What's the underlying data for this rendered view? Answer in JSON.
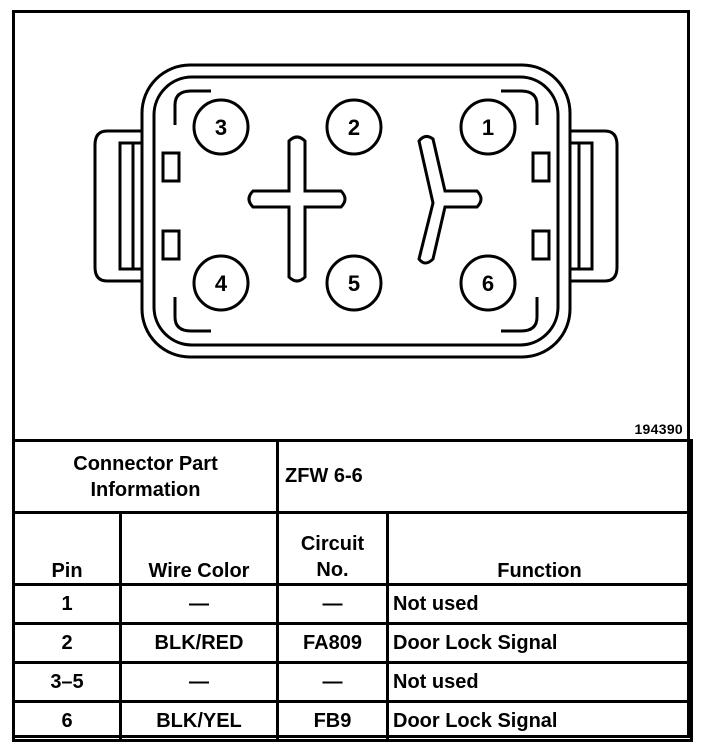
{
  "figure_id": "194390",
  "pins": [
    {
      "label": "3"
    },
    {
      "label": "2"
    },
    {
      "label": "1"
    },
    {
      "label": "4"
    },
    {
      "label": "5"
    },
    {
      "label": "6"
    }
  ],
  "connector_part": {
    "label_line1": "Connector Part",
    "label_line2": "Information",
    "value": "ZFW 6-6"
  },
  "columns": {
    "pin": "Pin",
    "wire_color": "Wire Color",
    "circuit_line1": "Circuit",
    "circuit_line2": "No.",
    "function": "Function"
  },
  "rows": [
    {
      "pin": "1",
      "wire_color": "—",
      "circuit": "—",
      "function": "Not used"
    },
    {
      "pin": "2",
      "wire_color": "BLK/RED",
      "circuit": "FA809",
      "function": "Door Lock Signal"
    },
    {
      "pin": "3–5",
      "wire_color": "—",
      "circuit": "—",
      "function": "Not used"
    },
    {
      "pin": "6",
      "wire_color": "BLK/YEL",
      "circuit": "FB9",
      "function": "Door Lock Signal"
    }
  ]
}
